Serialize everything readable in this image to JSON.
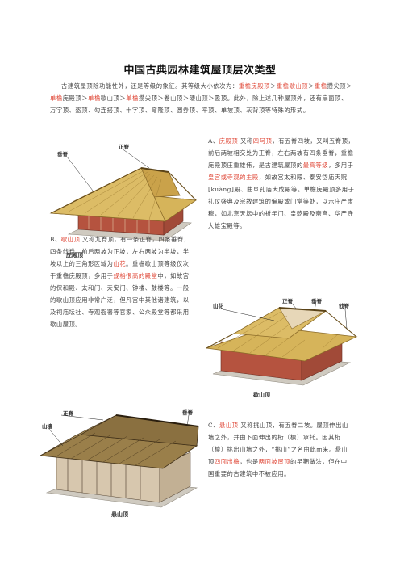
{
  "title": "中国古典园林建筑屋顶层次类型",
  "intro": {
    "lead": "古建筑屋顶除功能性外，还是等级的象征。其等级大小依次为：",
    "hierarchy": [
      {
        "text": "重檐庑殿顶",
        "red": true
      },
      {
        "text": "＞",
        "red": false
      },
      {
        "text": "重檐歇山顶",
        "red": true
      },
      {
        "text": "＞",
        "red": false
      },
      {
        "text": "重檐",
        "red": true
      },
      {
        "text": "攒尖顶＞",
        "red": false
      },
      {
        "text": "单檐",
        "red": true
      },
      {
        "text": "庑殿顶＞",
        "red": false
      },
      {
        "text": "单檐",
        "red": true
      },
      {
        "text": "歇山顶＞",
        "red": false
      },
      {
        "text": "单檐",
        "red": true
      },
      {
        "text": "攒尖顶＞卷山顶＞硬山顶＞盝顶。",
        "red": false
      }
    ],
    "tail": "此外，除上述几种屋顶外，还有扇面顶、万字顶、盔顶、勾连搭顶、十字顶、穹隆顶、圆券顶、平顶、单坡顶、灰背顶等特殊的形式。"
  },
  "section_a": {
    "parts": [
      {
        "text": "A、",
        "red": false
      },
      {
        "text": "庑殿顶",
        "red": true
      },
      {
        "text": " 又称",
        "red": false
      },
      {
        "text": "四阿顶",
        "red": true
      },
      {
        "text": "，有五脊四坡，又叫五脊顶，前后两坡相交处为正脊，左右两坡有四条垂脊，重檐庑殿顶庄重雄伟，是古建筑屋顶的",
        "red": false
      },
      {
        "text": "最高等级",
        "red": true
      },
      {
        "text": "，多用于",
        "red": false
      },
      {
        "text": "皇宫或寺观的主殿",
        "red": true
      },
      {
        "text": "，如故宫太和殿、泰安岱庙天贶[kuàng]殿、曲阜孔庙大成殿等。单檐庑殿顶多用于礼仪盛典及宗教建筑的偏殿或门堂等处，以示庄严肃穆，如北京天坛中的祈年门、皇乾殿及斋宫、华严寺大雄宝殿等。",
        "red": false
      }
    ]
  },
  "section_b": {
    "parts": [
      {
        "text": "B、",
        "red": false
      },
      {
        "text": "歇山顶",
        "red": true
      },
      {
        "text": " 又称九脊顶，有一条正脊，四条垂脊，四条戗脊，前后两坡为正坡，左右两坡为半坡，半坡以上的三角形区域为",
        "red": false
      },
      {
        "text": "山花",
        "red": true
      },
      {
        "text": "。重檐歇山顶等级仅次于重檐庑殿顶，多用于",
        "red": false
      },
      {
        "text": "规格很高的殿堂",
        "red": true
      },
      {
        "text": "中，如故宫的保和殿、太和门、天安门、钟楼、鼓楼等。一般的歇山顶应用非常广泛，但凡宫中其他诸建筑，以及祠庙坛社、寺观衙署等官家、公众殿堂等都采用歇山屋顶。",
        "red": false
      }
    ]
  },
  "section_c": {
    "parts": [
      {
        "text": "C、",
        "red": false
      },
      {
        "text": "悬山顶",
        "red": true
      },
      {
        "text": " 又称挑山顶，有五脊二坡。屋顶伸出山墙之外，并由下面伸出的桁（檩）承托。因其桁（檩）挑出山墙之外，“挑山”之名由此而来。悬山顶",
        "red": false
      },
      {
        "text": "四面出檐",
        "red": true
      },
      {
        "text": "，也是",
        "red": false
      },
      {
        "text": "两面坡屋顶",
        "red": true
      },
      {
        "text": "的早期做法，但在中国重要的古建筑中不被应用。",
        "red": false
      }
    ]
  },
  "figures": {
    "fig1": {
      "caption": "庑殿顶",
      "labels": {
        "ridge": "正脊",
        "hip": "垂脊"
      }
    },
    "fig2": {
      "caption": "歇山顶",
      "labels": {
        "gable": "山花",
        "ridge": "正脊",
        "hip": "垂脊",
        "corner": "戗脊"
      }
    },
    "fig3": {
      "caption": "悬山顶",
      "labels": {
        "gable_wall": "山墙",
        "ridge": "正脊",
        "hip": "垂脊"
      }
    }
  },
  "colors": {
    "accent_red": "#e04a3a",
    "roof_gold": "#d6b45a",
    "roof_dark": "#8a6a28",
    "wall_red": "#b5533f",
    "base_gray": "#cfcac0"
  }
}
